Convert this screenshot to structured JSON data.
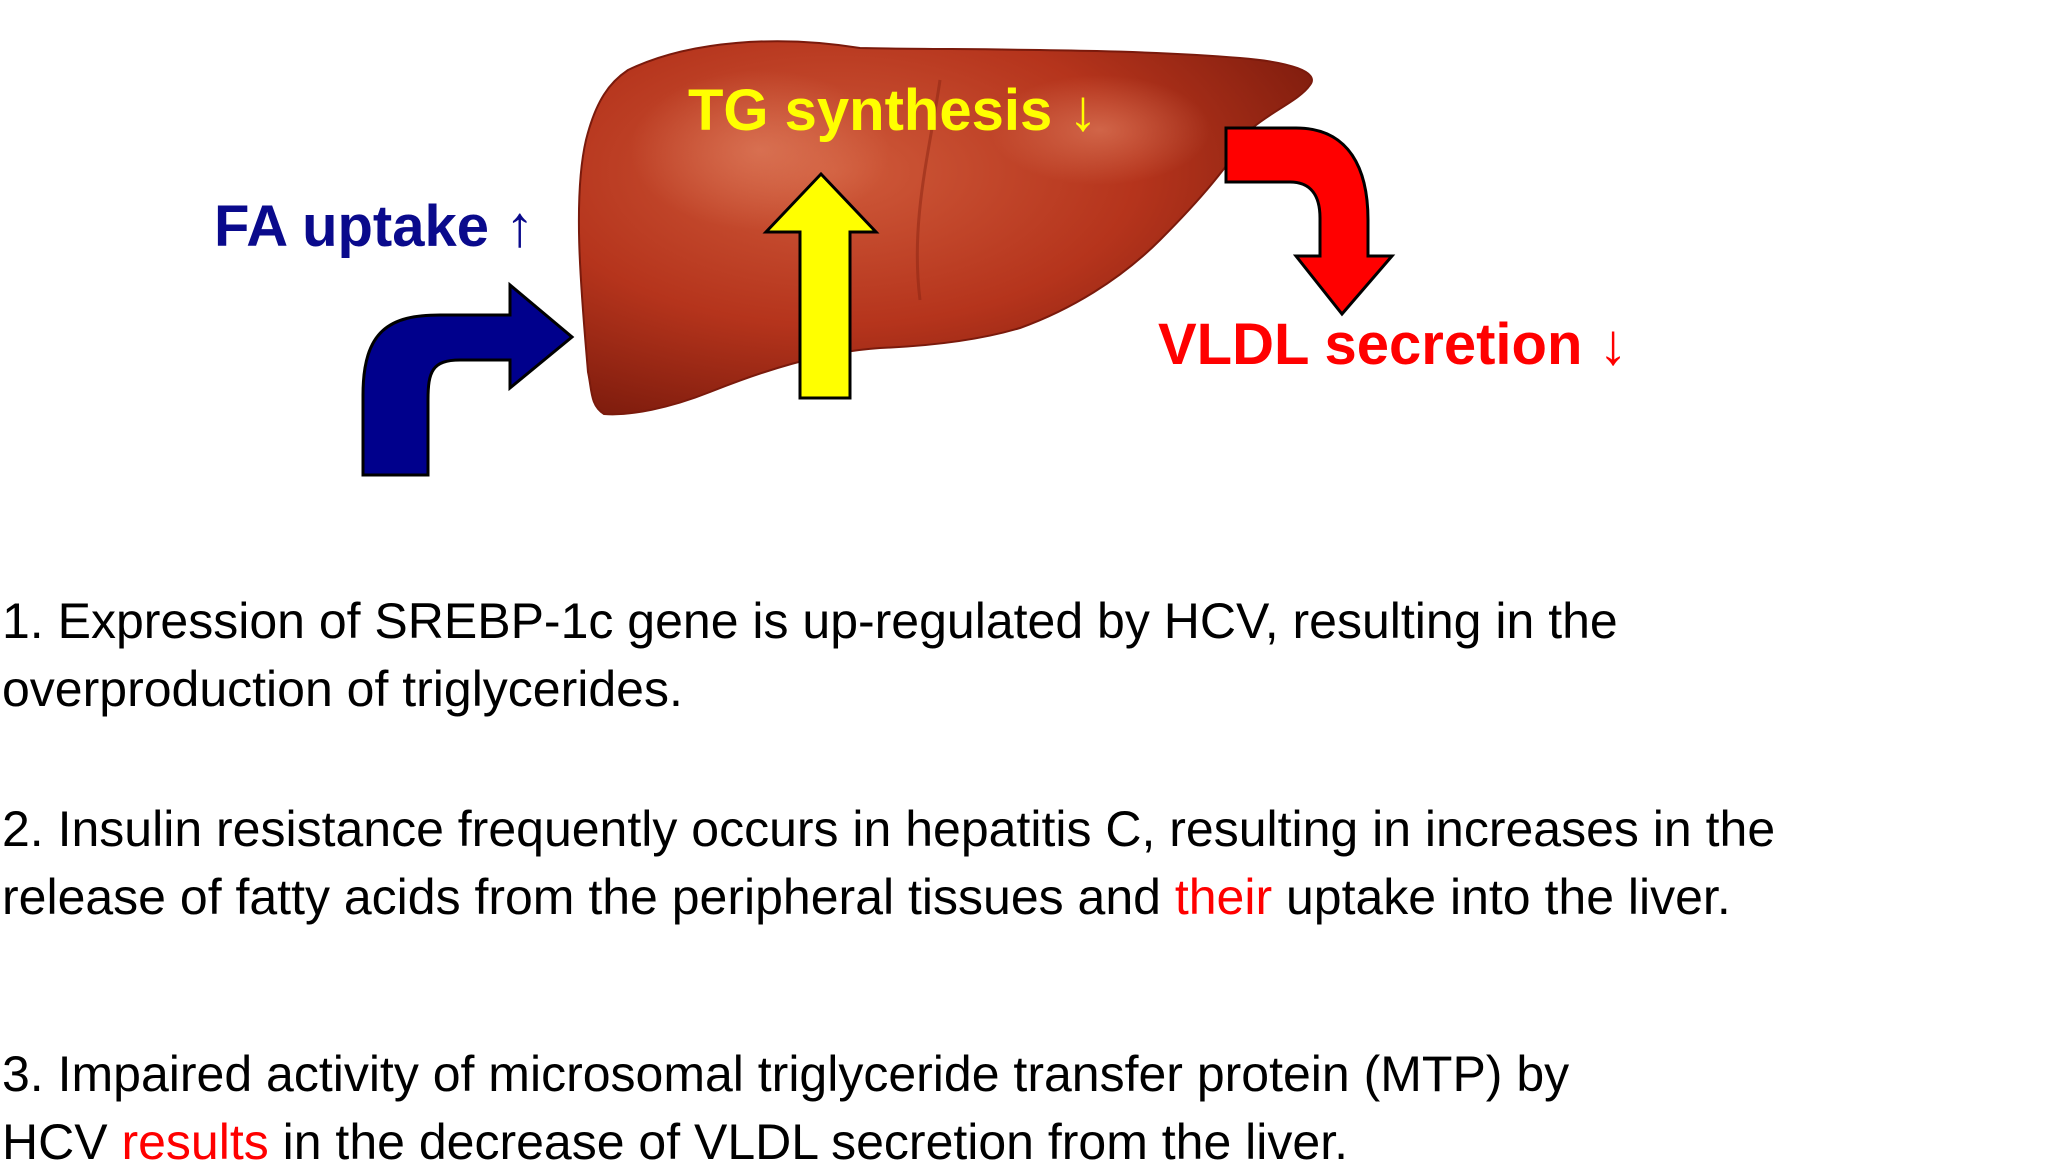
{
  "labels": {
    "fa": "FA uptake ↑",
    "tg": "TG synthesis ↓",
    "vldl": "VLDL secretion ↓"
  },
  "colors": {
    "liver": "#b5341c",
    "fa_arrow": "#00008c",
    "tg_arrow": "#ffff00",
    "vldl_arrow": "#ff0000",
    "highlight": "#ff0000"
  },
  "points": [
    {
      "line1": "1. Expression of SREBP-1c gene is up-regulated by HCV, resulting in the",
      "line2": "overproduction of triglycerides."
    },
    {
      "line1": "2. Insulin resistance frequently occurs in hepatitis C, resulting in increases in the",
      "line2_before": "release of fatty acids from the peripheral tissues and ",
      "line2_highlight": "their",
      "line2_after": " uptake into the liver."
    },
    {
      "line1": "3. Impaired activity of microsomal triglyceride transfer protein (MTP) by",
      "line2_before": "HCV ",
      "line2_highlight": "results",
      "line2_after": " in the decrease of VLDL secretion from the liver."
    }
  ]
}
